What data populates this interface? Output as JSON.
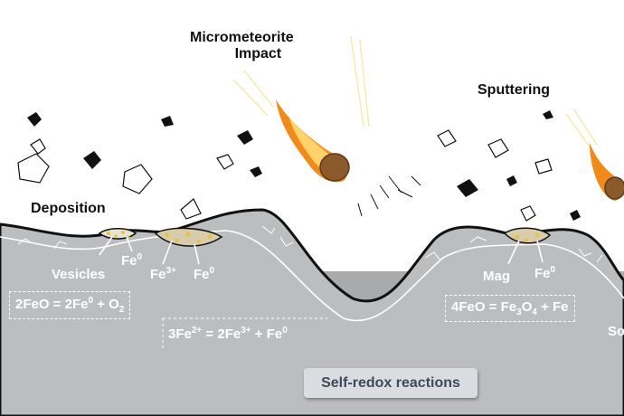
{
  "labels": {
    "micrometeorite_line1": "Micrometeorite",
    "micrometeorite_line2": "Impact",
    "sputtering": "Sputtering",
    "deposition": "Deposition",
    "vesicles": "Vesicles",
    "fe0": "Fe",
    "fe0_sup": "0",
    "fe3": "Fe",
    "fe3_sup": "3+",
    "mag": "Mag",
    "cut_off": "So"
  },
  "equations": {
    "eq1_a": "2FeO = 2Fe",
    "eq1_sup": "0",
    "eq1_b": " + O",
    "eq1_sub": "2",
    "eq2_a": "3Fe",
    "eq2_sup1": "2+",
    "eq2_b": " = 2Fe",
    "eq2_sup2": "3+",
    "eq2_c": " + Fe",
    "eq2_sup3": "0",
    "eq3_a": "4FeO = Fe",
    "eq3_sub1": "3",
    "eq3_b": "O",
    "eq3_sub2": "4",
    "eq3_c": " + Fe"
  },
  "button": {
    "self_redox": "Self-redox reactions"
  },
  "colors": {
    "ground": "#bcbdbe",
    "deep": "#a9aaab",
    "fire": "#f28a1a",
    "rock": "#8a5a2b",
    "grain": "#e8c04a"
  }
}
